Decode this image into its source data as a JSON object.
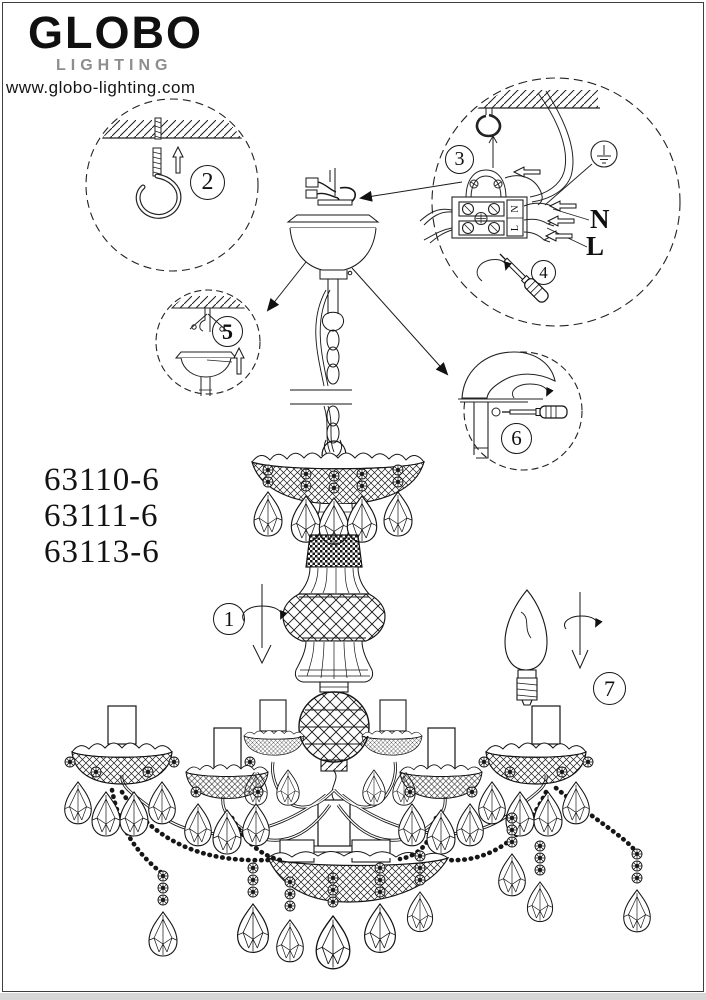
{
  "brand": {
    "name": "GLOBO",
    "tagline": "LIGHTING",
    "website": "www.globo-lighting.com"
  },
  "models": [
    "63110-6",
    "63111-6",
    "63113-6"
  ],
  "steps": {
    "s1": "1",
    "s2": "2",
    "s3": "3",
    "s4": "4",
    "s5": "5",
    "s6": "6",
    "s7": "7"
  },
  "wiring": {
    "neutral_label": "N",
    "live_label": "L",
    "terminal_neutral": "N",
    "terminal_live": "L"
  },
  "colors": {
    "line": "#1a1a1a",
    "tagline_gray": "#8e8e8e",
    "page_edge": "#d7d7d7"
  }
}
